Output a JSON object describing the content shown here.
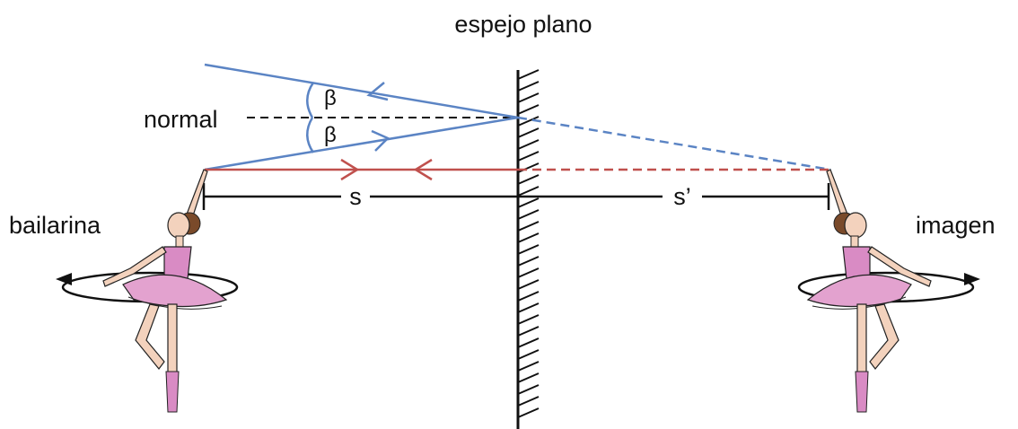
{
  "labels": {
    "mirror": "espejo plano",
    "normal": "normal",
    "angle_top": "β",
    "angle_bottom": "β",
    "object_distance": "s",
    "image_distance": "s’",
    "object": "bailarina",
    "image": "imagen"
  },
  "colors": {
    "incident_ray": "#5b84c4",
    "axis_ray": "#c0504d",
    "skirt": "#e3a2cf",
    "bodice": "#d98bc4",
    "skin": "#f3d2bd",
    "hair": "#7a4a2a",
    "ink": "#111111"
  },
  "icons": {
    "object_figure": "ballerina-icon",
    "image_figure": "ballerina-mirrored-icon",
    "rotation_arrow": "rotation-arrow-icon"
  }
}
